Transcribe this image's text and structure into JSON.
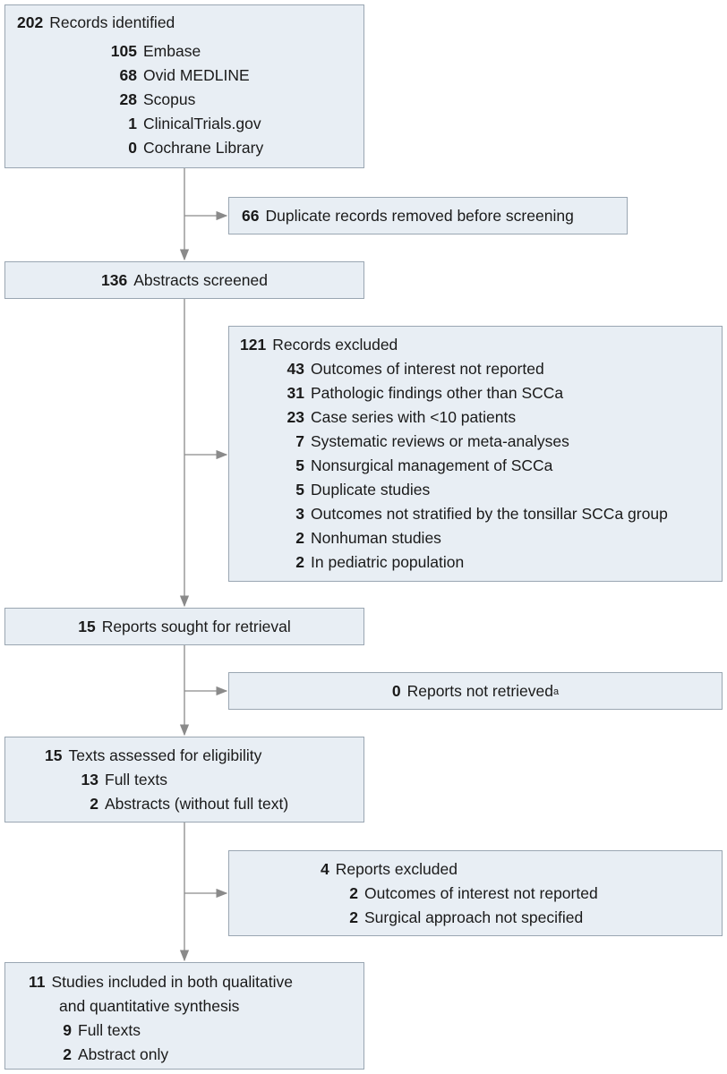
{
  "identified": {
    "count": "202",
    "label": "Records identified",
    "sources": [
      {
        "count": "105",
        "label": "Embase"
      },
      {
        "count": "68",
        "label": "Ovid MEDLINE"
      },
      {
        "count": "28",
        "label": "Scopus"
      },
      {
        "count": "1",
        "label": "ClinicalTrials.gov"
      },
      {
        "count": "0",
        "label": "Cochrane Library"
      }
    ]
  },
  "duplicates": {
    "count": "66",
    "label": "Duplicate records removed before screening"
  },
  "screened": {
    "count": "136",
    "label": "Abstracts screened"
  },
  "excluded_records": {
    "count": "121",
    "label": "Records excluded",
    "reasons": [
      {
        "count": "43",
        "label": "Outcomes of interest not reported"
      },
      {
        "count": "31",
        "label": "Pathologic findings other than SCCa"
      },
      {
        "count": "23",
        "label": "Case series with <10 patients"
      },
      {
        "count": "7",
        "label": "Systematic reviews or meta-analyses"
      },
      {
        "count": "5",
        "label": "Nonsurgical management of SCCa"
      },
      {
        "count": "5",
        "label": "Duplicate studies"
      },
      {
        "count": "3",
        "label": "Outcomes not stratified by the tonsillar SCCa group"
      },
      {
        "count": "2",
        "label": "Nonhuman studies"
      },
      {
        "count": "2",
        "label": "In pediatric population"
      }
    ]
  },
  "sought": {
    "count": "15",
    "label": "Reports sought for retrieval"
  },
  "not_retrieved": {
    "count": "0",
    "label": "Reports not retrieved",
    "footnote": "a"
  },
  "assessed": {
    "count": "15",
    "label": "Texts assessed for eligibility",
    "items": [
      {
        "count": "13",
        "label": "Full texts"
      },
      {
        "count": "2",
        "label": "Abstracts (without full text)"
      }
    ]
  },
  "reports_excluded": {
    "count": "4",
    "label": "Reports excluded",
    "reasons": [
      {
        "count": "2",
        "label": "Outcomes of interest not reported"
      },
      {
        "count": "2",
        "label": "Surgical approach not specified"
      }
    ]
  },
  "included": {
    "count": "11",
    "label_line1": "Studies included in both qualitative",
    "label_line2": "and quantitative synthesis",
    "items": [
      {
        "count": "9",
        "label": "Full texts"
      },
      {
        "count": "2",
        "label": "Abstract only"
      }
    ]
  },
  "colors": {
    "box_fill": "#e8eef4",
    "box_border": "#9aa6b2",
    "arrow": "#8a8a8a"
  }
}
